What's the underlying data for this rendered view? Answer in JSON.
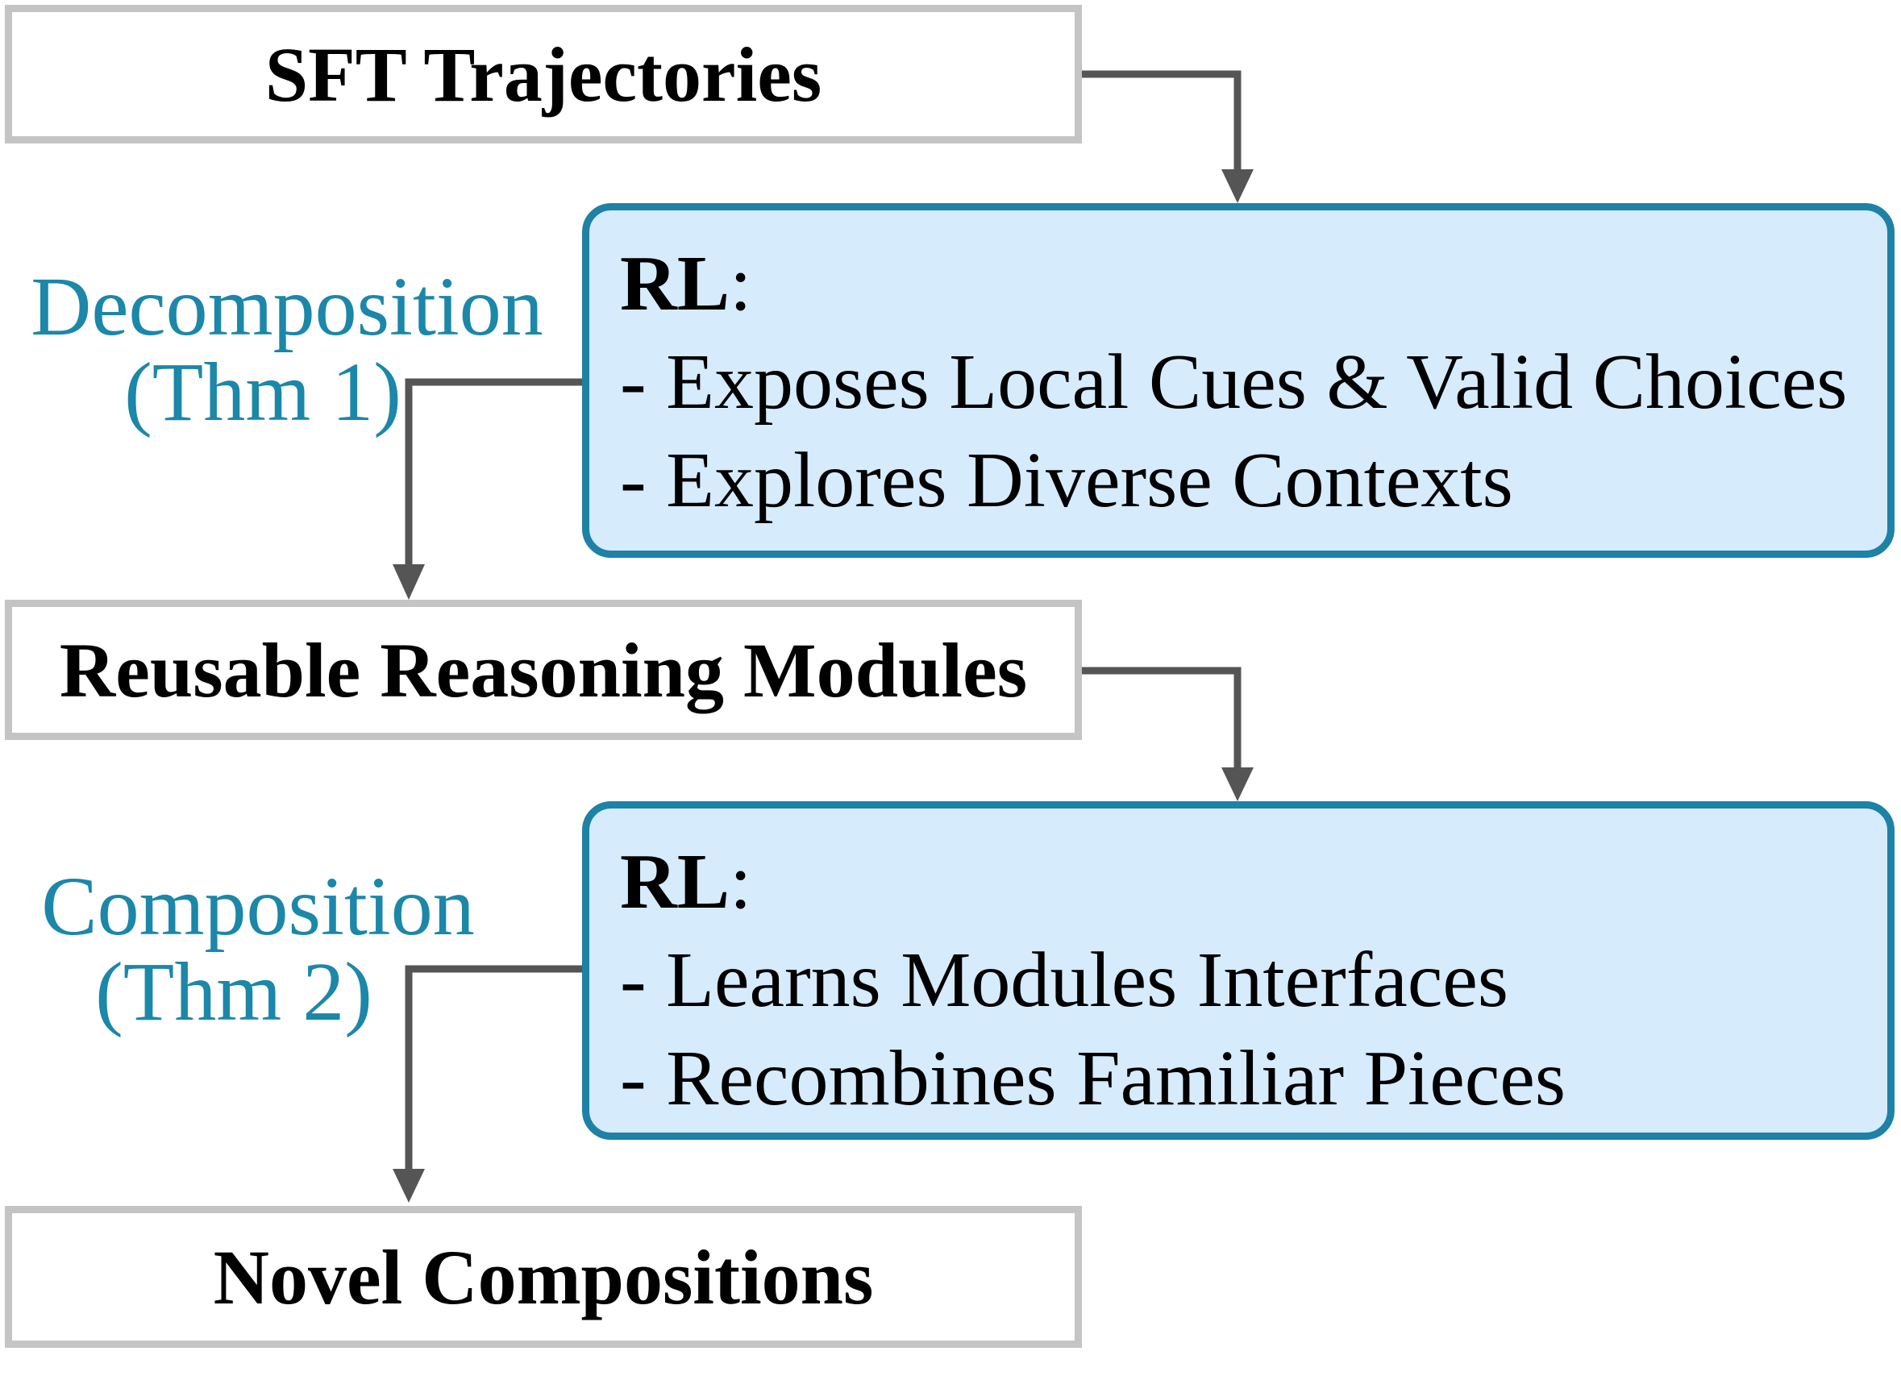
{
  "colors": {
    "accent_label": "#1b87a9",
    "rl_box_fill": "#d6ebfb",
    "rl_box_border": "#1e81a6",
    "plain_box_border": "#c4c4c4",
    "arrow": "#555555"
  },
  "boxes": {
    "sft": "SFT Trajectories",
    "modules": "Reusable Reasoning Modules",
    "novel": "Novel Compositions"
  },
  "rl_decomposition": {
    "head": "RL",
    "colon": ":",
    "items": [
      "- Exposes Local Cues & Valid Choices",
      "- Explores Diverse Contexts"
    ]
  },
  "rl_composition": {
    "head": "RL",
    "colon": ":",
    "items": [
      "- Learns Modules Interfaces",
      "- Recombines Familiar Pieces"
    ]
  },
  "labels": {
    "decomposition": {
      "name": "Decomposition",
      "thm": "(Thm 1)"
    },
    "composition": {
      "name": "Composition",
      "thm": "(Thm 2)"
    }
  }
}
